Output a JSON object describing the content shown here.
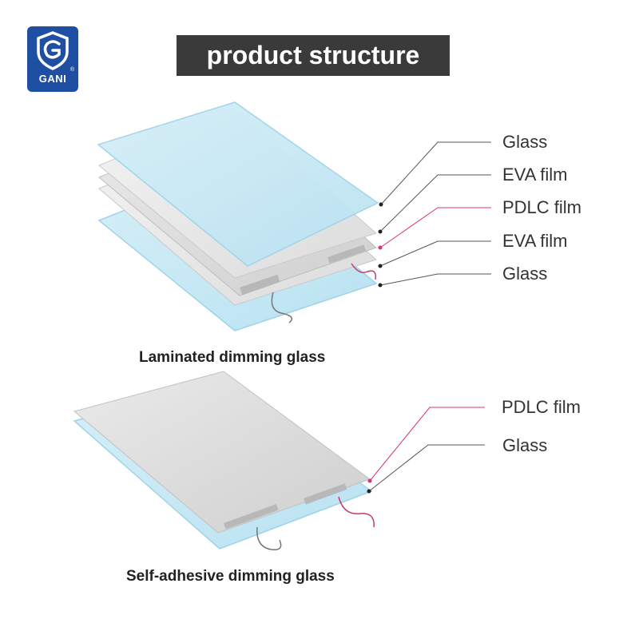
{
  "logo": {
    "text": "GANI",
    "registered": "®"
  },
  "title": "product structure",
  "laminated": {
    "caption": "Laminated dimming glass",
    "layers": [
      "Glass",
      "EVA film",
      "PDLC film",
      "EVA film",
      "Glass"
    ]
  },
  "self_adhesive": {
    "caption": "Self-adhesive dimming glass",
    "layers": [
      "PDLC film",
      "Glass"
    ]
  },
  "colors": {
    "logo_bg": "#1f4fa3",
    "title_bg": "#3a3a3a",
    "glass": "#cdeaf5",
    "glass_edge": "#9fd3e8",
    "film": "#eeeeee",
    "pdlc_pointer": "#d6337a",
    "pointer": "#555555"
  }
}
